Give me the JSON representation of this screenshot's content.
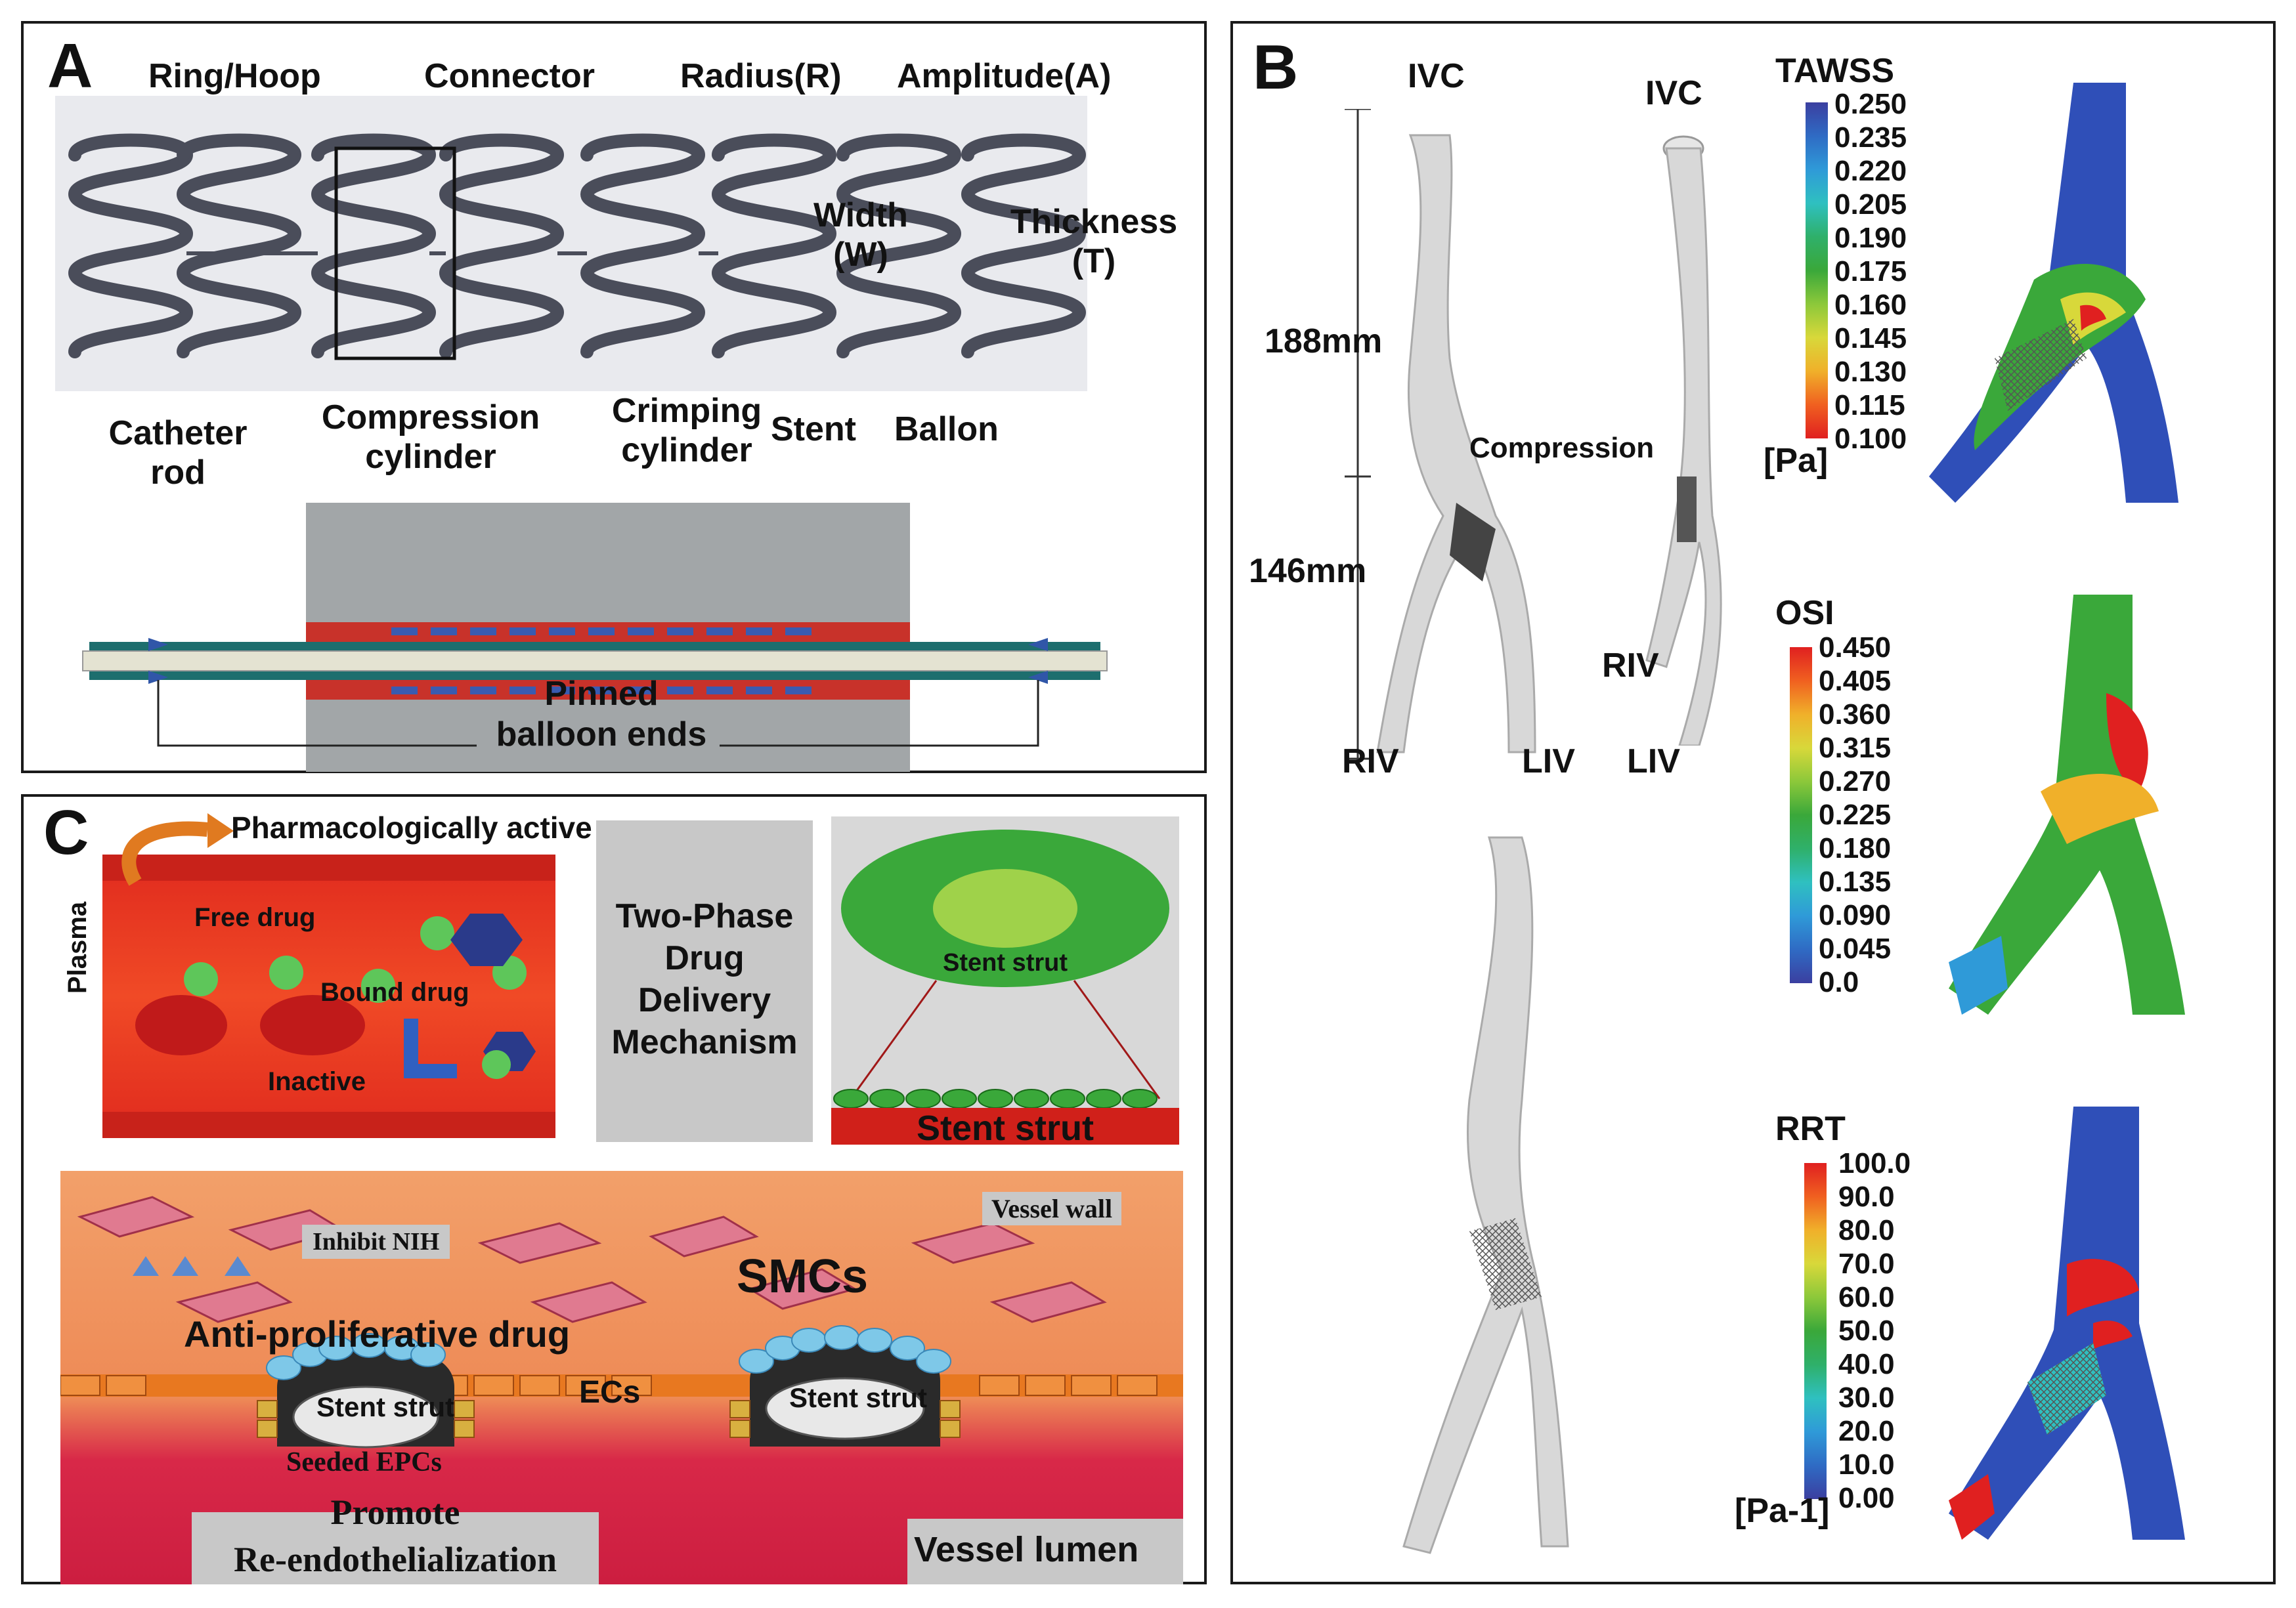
{
  "panelA": {
    "label": "A",
    "top_labels": {
      "ring": "Ring/Hoop",
      "connector": "Connector",
      "radius": "Radius(R)",
      "amplitude": "Amplitude(A)",
      "width": "Width\n(W)",
      "thickness": "Thickness\n(T)"
    },
    "bottom_labels": {
      "catheter": "Catheter\nrod",
      "compression": "Compression\ncylinder",
      "crimping": "Crimping\ncylinder",
      "stent": "Stent",
      "ballon": "Ballon",
      "pinned": "Pinned\nballoon ends"
    }
  },
  "panelB": {
    "label": "B",
    "ivc_left": "IVC",
    "ivc_right": "IVC",
    "dim_top": "188mm",
    "dim_bottom": "146mm",
    "compression": "Compression",
    "riv_left": "RIV",
    "liv_left": "LIV",
    "riv_right": "RIV",
    "liv_right": "LIV",
    "tawss": {
      "title": "TAWSS",
      "unit": "[Pa]",
      "ticks": [
        "0.250",
        "0.235",
        "0.220",
        "0.205",
        "0.190",
        "0.175",
        "0.160",
        "0.145",
        "0.130",
        "0.115",
        "0.100"
      ]
    },
    "osi": {
      "title": "OSI",
      "ticks": [
        "0.450",
        "0.405",
        "0.360",
        "0.315",
        "0.270",
        "0.225",
        "0.180",
        "0.135",
        "0.090",
        "0.045",
        "0.0"
      ]
    },
    "rrt": {
      "title": "RRT",
      "unit": "[Pa-1]",
      "ticks": [
        "100.0",
        "90.0",
        "80.0",
        "70.0",
        "60.0",
        "50.0",
        "40.0",
        "30.0",
        "20.0",
        "10.0",
        "0.00"
      ]
    },
    "colors": {
      "blue_scale": [
        "#3b3fa0",
        "#2f6bc4",
        "#2f9ad8",
        "#2fc0c0",
        "#2fb06a",
        "#3aa83a",
        "#8cc83a",
        "#d8d83a",
        "#f0b02a",
        "#f06020",
        "#e02020"
      ]
    }
  },
  "panelC": {
    "label": "C",
    "pharma": "Pharmacologically active",
    "plasma": "Plasma",
    "free_drug": "Free drug",
    "bound_drug": "Bound drug",
    "inactive": "Inactive",
    "two_phase": "Two-Phase\nDrug\nDelivery\nMechanism",
    "stent_strut_top": "Stent strut",
    "stent_strut_bar": "Stent strut",
    "inhibit": "Inhibit NIH",
    "vessel_wall": "Vessel wall",
    "smcs": "SMCs",
    "antiprolif": "Anti-proliferative drug",
    "ecs": "ECs",
    "strut1": "Stent strut",
    "strut2": "Stent strut",
    "seeded": "Seeded EPCs",
    "promote": "Promote\nRe-endothelialization",
    "lumen": "Vessel lumen"
  }
}
